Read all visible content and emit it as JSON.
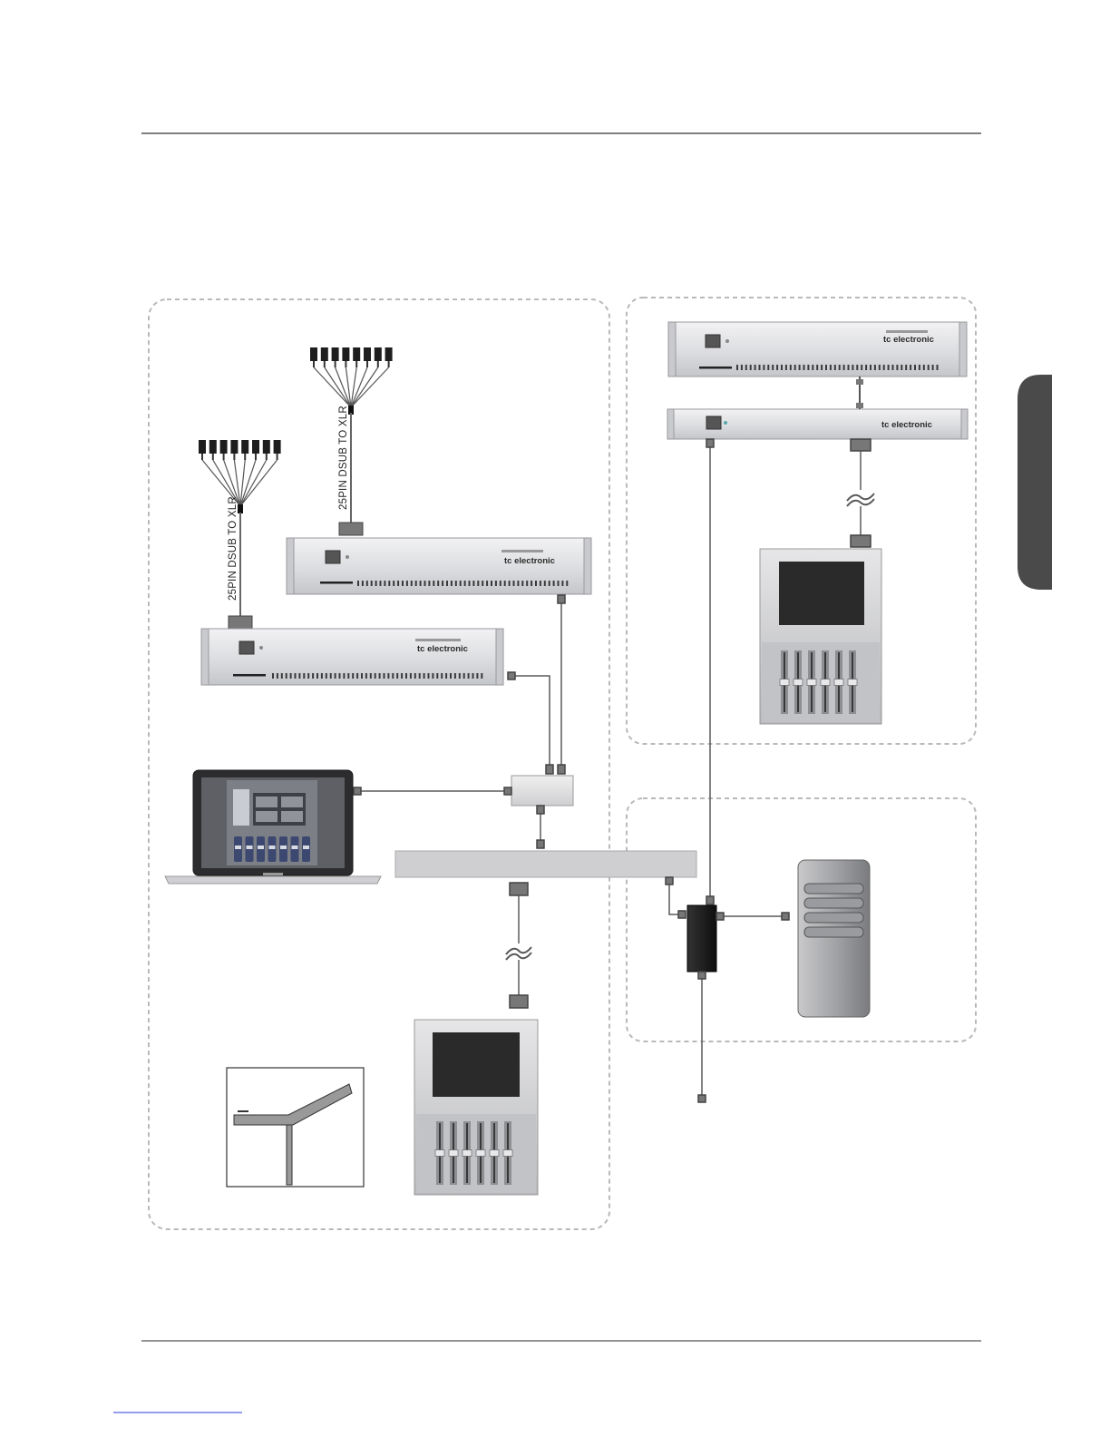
{
  "device_brand": "tc electronic",
  "cable_label_left": "25PIN DSUB TO XLR",
  "cable_label_right": "25PIN DSUB TO XLR",
  "footer_link": "",
  "colors": {
    "frame_border": "#b9b9b9",
    "rule": "#555555",
    "side_tab": "#4a4a4a",
    "rack_face": "#dcdde0",
    "cable": "#5a5a5a",
    "screen": "#2a2a2a"
  }
}
